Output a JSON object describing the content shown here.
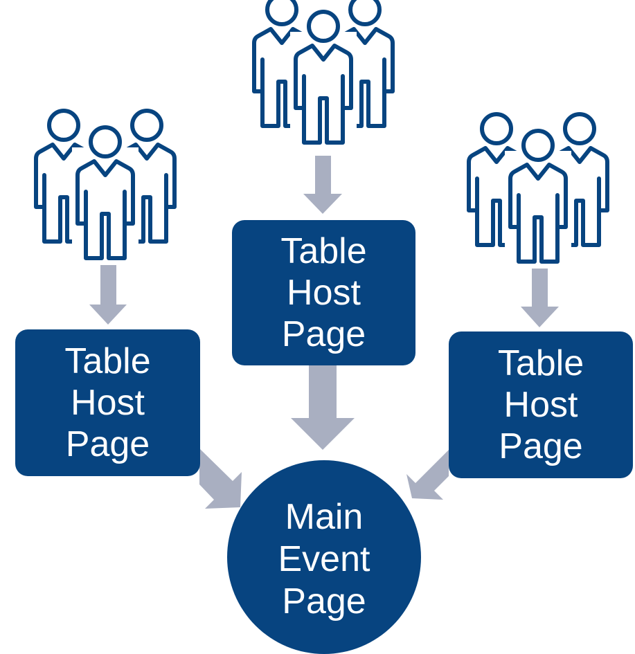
{
  "colors": {
    "primary": "#074480",
    "arrow": "#a9afc1",
    "icon_stroke": "#074480",
    "text": "#ffffff"
  },
  "icons": {
    "group_left": "people-group-icon",
    "group_center": "people-group-icon",
    "group_right": "people-group-icon"
  },
  "nodes": {
    "host_left": "Table\nHost\nPage",
    "host_center": "Table\nHost\nPage",
    "host_right": "Table\nHost\nPage",
    "main": "Main\nEvent\nPage"
  }
}
